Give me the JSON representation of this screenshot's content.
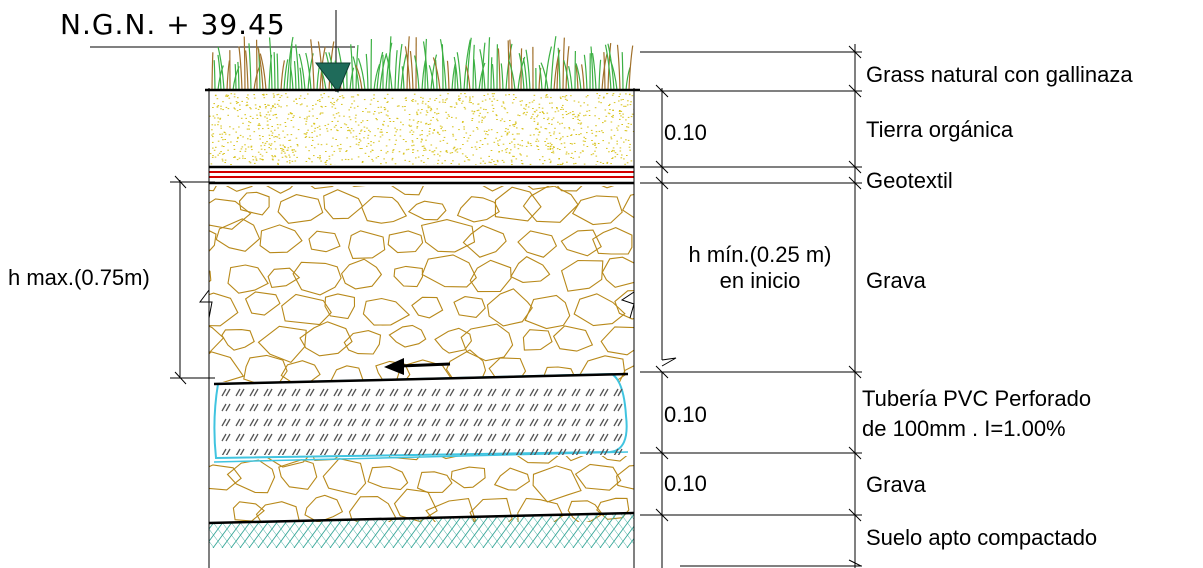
{
  "elevation_label": "N.G.N. + 39.45",
  "layers": [
    {
      "name": "Grass natural con gallinaza"
    },
    {
      "name": "Tierra orgánica",
      "thickness": "0.10"
    },
    {
      "name": "Geotextil"
    },
    {
      "name": "Grava"
    },
    {
      "name_line1": "Tubería PVC Perforado",
      "name_line2": " de 100mm . I=1.00%",
      "thickness": "0.10"
    },
    {
      "name": "Grava",
      "thickness": "0.10"
    },
    {
      "name": "Suelo apto compactado"
    }
  ],
  "dimensions": {
    "h_max": "h max.(0.75m)",
    "h_min_line1": "h mín.(0.25 m)",
    "h_min_line2": "en inicio"
  },
  "colors": {
    "grass": "#3cb043",
    "grass_dry": "#a0702a",
    "soil_dots": "#d8c21a",
    "geotextile": "#d40000",
    "gravel": "#b8891a",
    "pipe": "#40c4e0",
    "pipe_hatch": "#555555",
    "subgrade": "#3aa89a",
    "marker": "#1f6b5a"
  }
}
